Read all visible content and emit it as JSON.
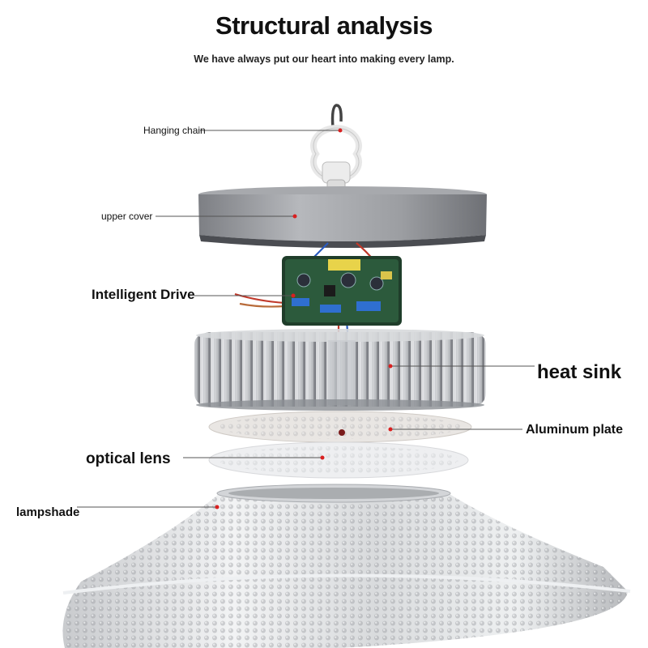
{
  "header": {
    "title": "Structural analysis",
    "subtitle": "We have always put our heart into making every lamp."
  },
  "labels": {
    "hanging_chain": "Hanging chain",
    "upper_cover": "upper cover",
    "intelligent_drive": "Intelligent Drive",
    "heat_sink": "heat sink",
    "aluminum_plate": "Aluminum plate",
    "optical_lens": "optical lens",
    "lampshade": "lampshade"
  },
  "colors": {
    "marker": "#d92020",
    "leader_line": "#555555",
    "pcb": "#1f3d2a",
    "cover": "#9a9ca0"
  }
}
